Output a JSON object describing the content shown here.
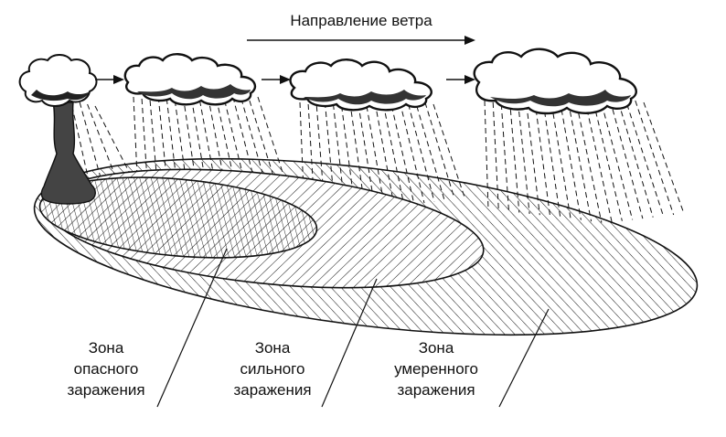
{
  "wind": {
    "label": "Направление ветра"
  },
  "zones": [
    {
      "id": "dangerous",
      "lines": [
        "Зона",
        "опасного",
        "заражения"
      ]
    },
    {
      "id": "strong",
      "lines": [
        "Зона",
        "сильного",
        "заражения"
      ]
    },
    {
      "id": "moderate",
      "lines": [
        "Зона",
        "умеренного",
        "заражения"
      ]
    }
  ],
  "colors": {
    "ink": "#111111",
    "background": "#ffffff"
  }
}
